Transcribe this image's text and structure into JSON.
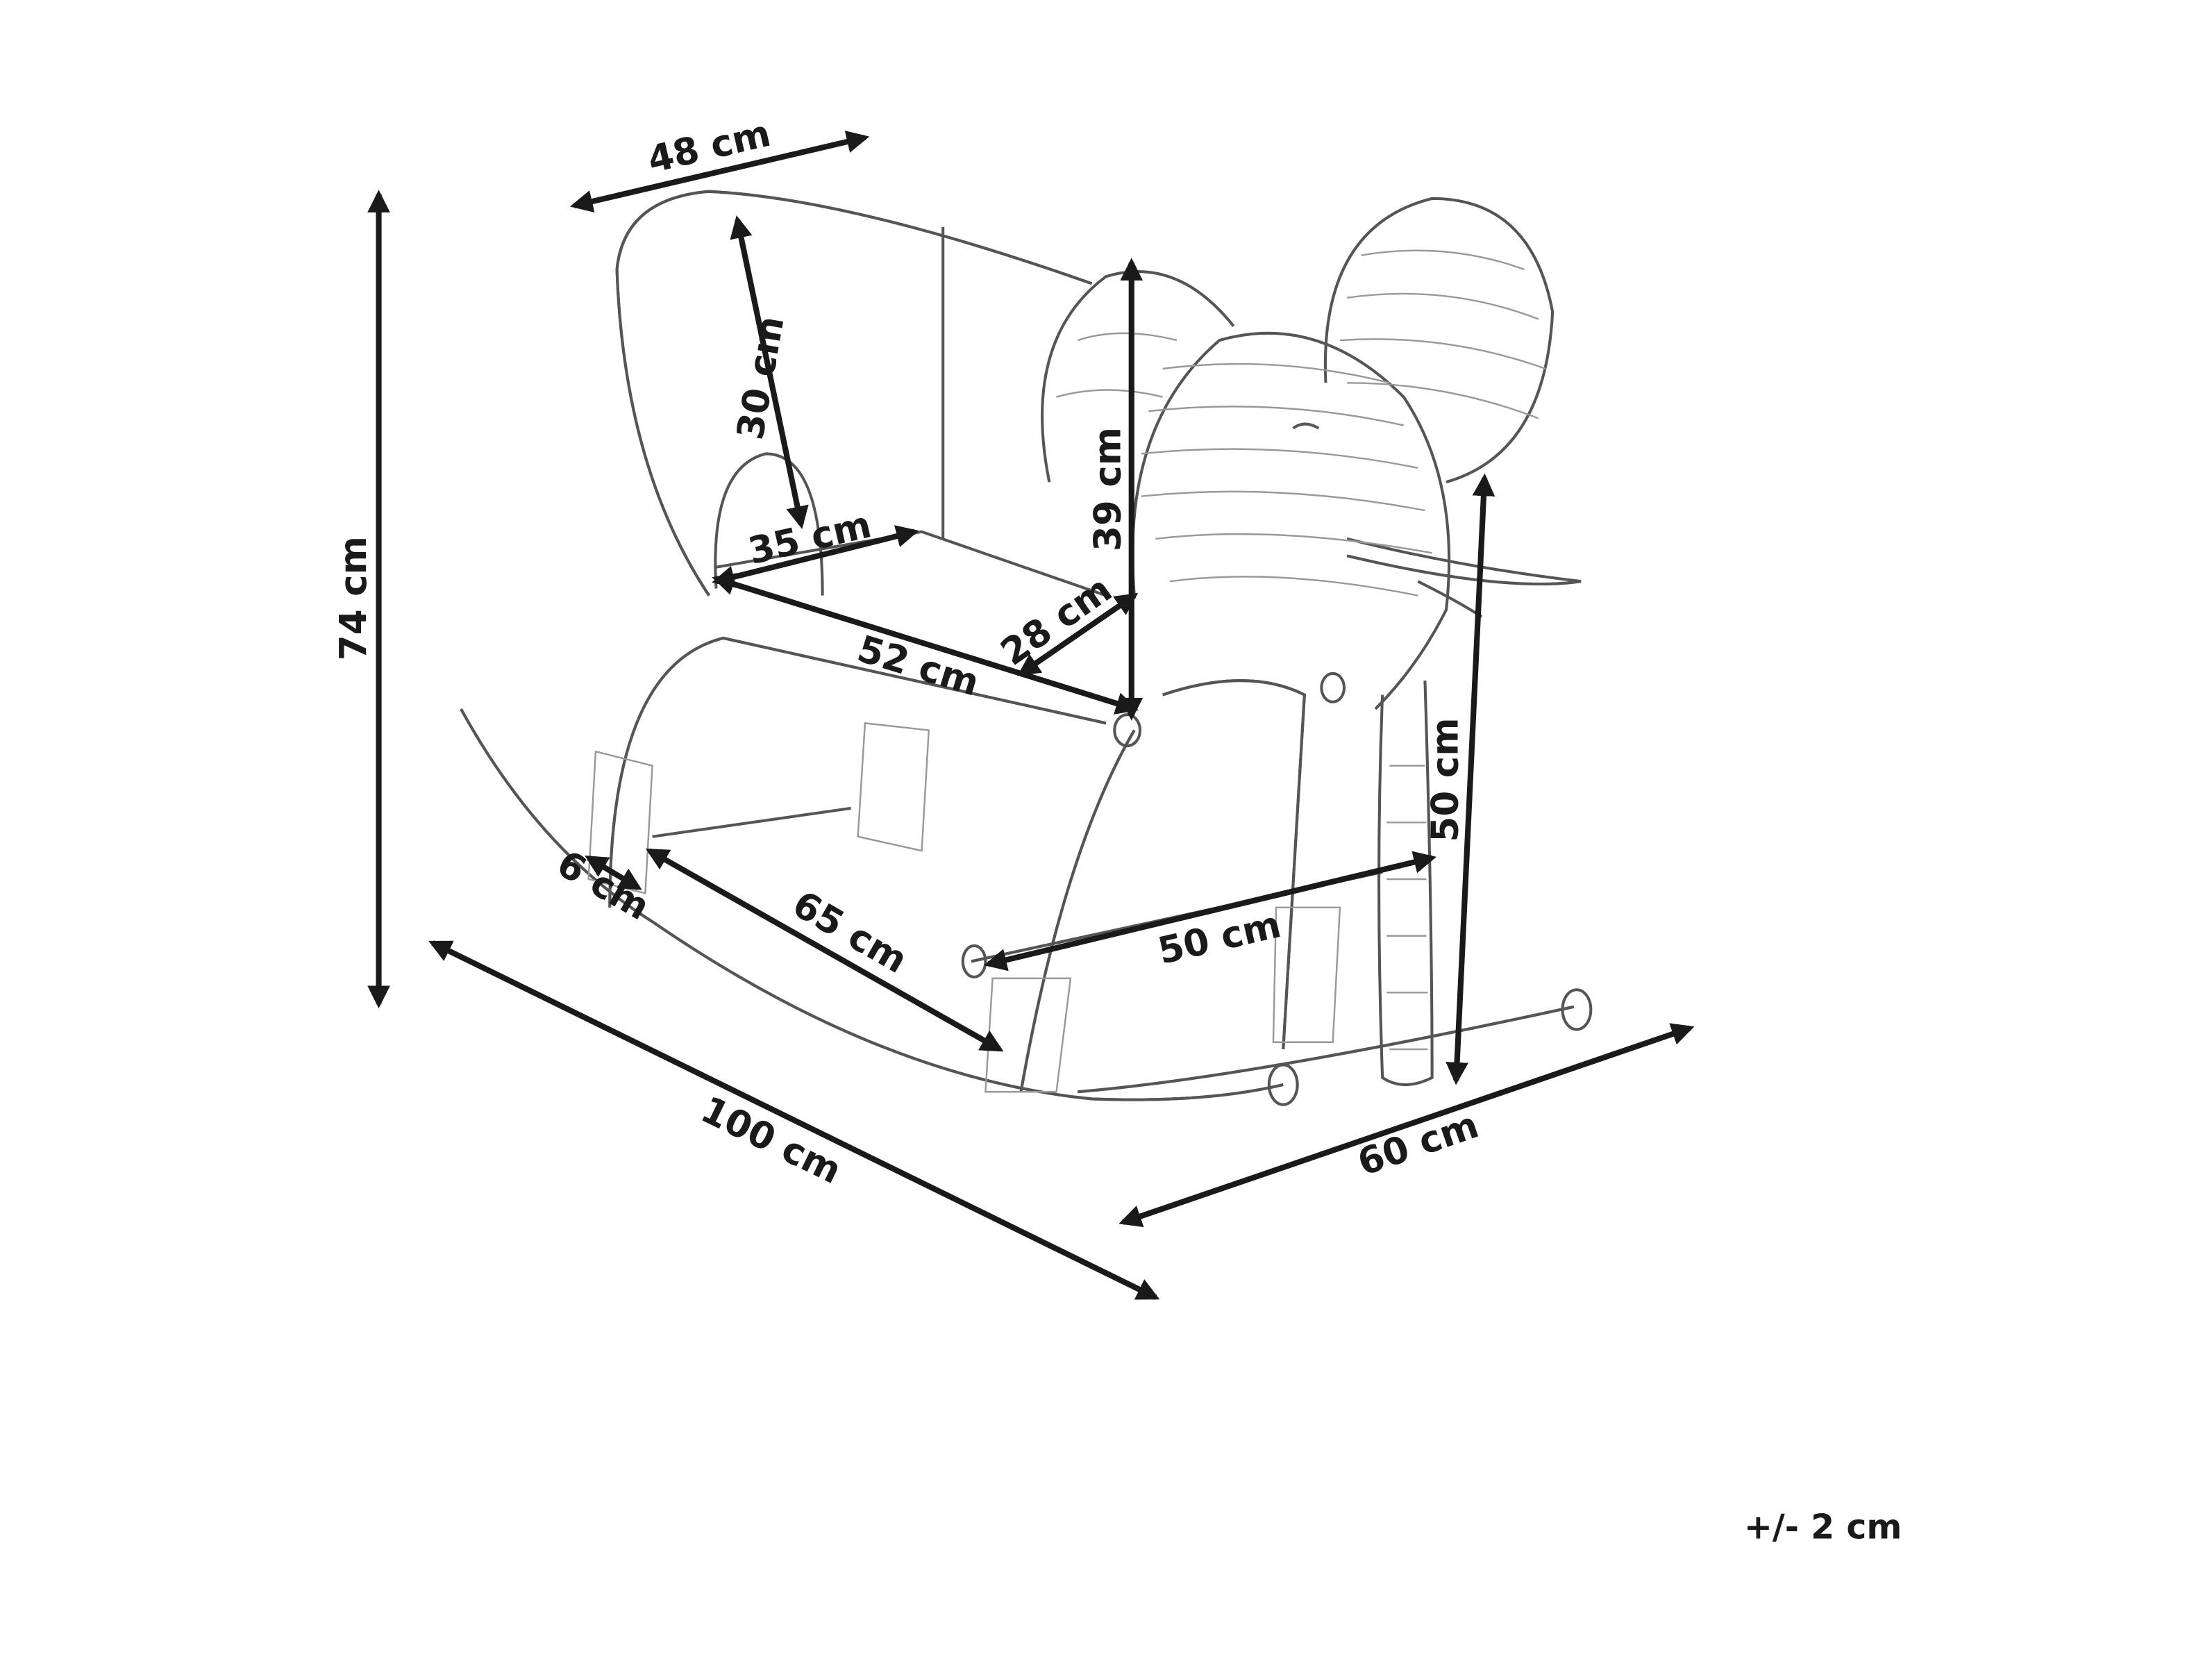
{
  "title": "Elephant rattan rocking chair dimensions",
  "dimensions": {
    "top_width": "48 cm",
    "total_height": "74 cm",
    "backrest_height": "30 cm",
    "head_height": "39 cm",
    "seat_depth": "35 cm",
    "armrest_gap": "28 cm",
    "seat_width": "52 cm",
    "front_height": "50 cm",
    "footrest_width": "50 cm",
    "rocker_thickness": "6 cm",
    "inner_length": "65 cm",
    "total_length": "100 cm",
    "total_width": "60 cm"
  },
  "tolerance": "+/- 2 cm",
  "colors": {
    "ink": "#1a1a1a",
    "drawing": "#555555"
  }
}
